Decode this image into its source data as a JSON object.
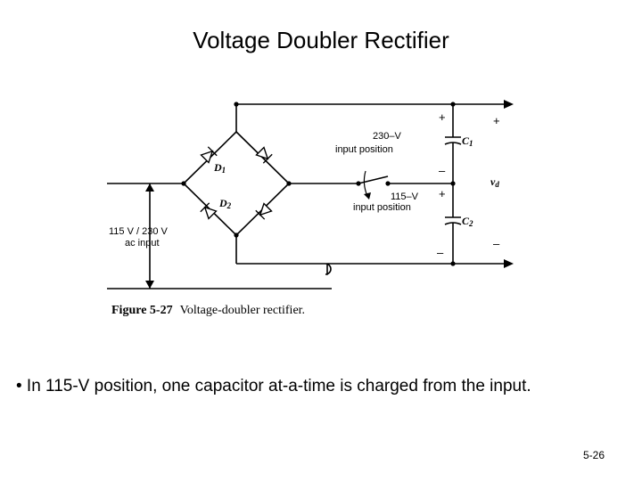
{
  "title": "Voltage Doubler Rectifier",
  "figure": {
    "caption_label": "Figure 5-27",
    "caption_text": "Voltage-doubler rectifier.",
    "labels": {
      "d1": "D",
      "d1_sub": "1",
      "d2": "D",
      "d2_sub": "2",
      "c1": "C",
      "c1_sub": "1",
      "c2": "C",
      "c2_sub": "2",
      "vd": "v",
      "vd_sub": "d",
      "pos230_line1": "230–V",
      "pos230_line2": "input  position",
      "pos115_line1": "115–V",
      "pos115_line2": "input position",
      "ac_line1": "115 V / 230 V",
      "ac_line2": "ac input",
      "plus": "+",
      "minus": "–"
    }
  },
  "bullet": "• In 115-V position, one capacitor at-a-time is charged from the input.",
  "page_number": "5-26"
}
